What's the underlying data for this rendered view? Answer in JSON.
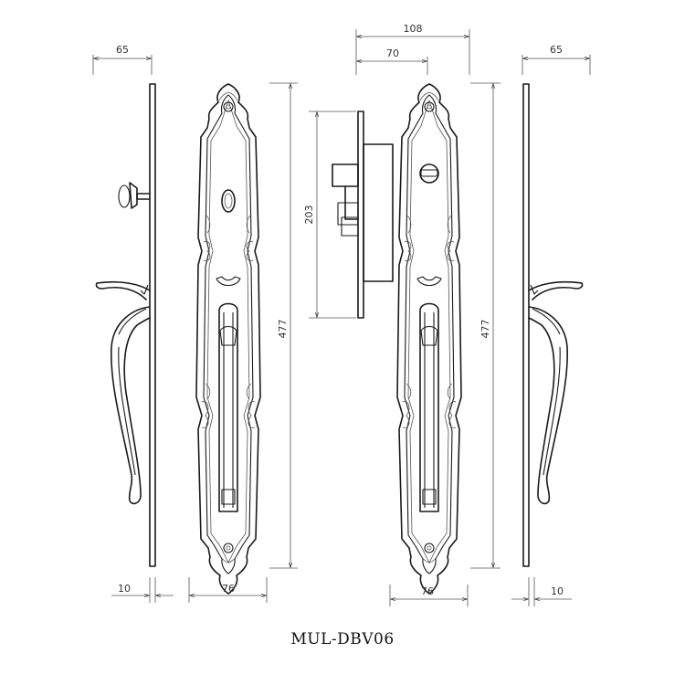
{
  "caption": "MUL-DBV06",
  "dimensions": {
    "top_left_width": "65",
    "top_center_overall": "108",
    "top_center_inner": "70",
    "top_right_width": "65",
    "latch_height": "203",
    "left_plate_height": "477",
    "right_plate_height": "477",
    "bottom_left_thickness": "10",
    "bottom_left_plate_width": "76",
    "bottom_right_plate_width": "76",
    "bottom_right_thickness": "10"
  }
}
